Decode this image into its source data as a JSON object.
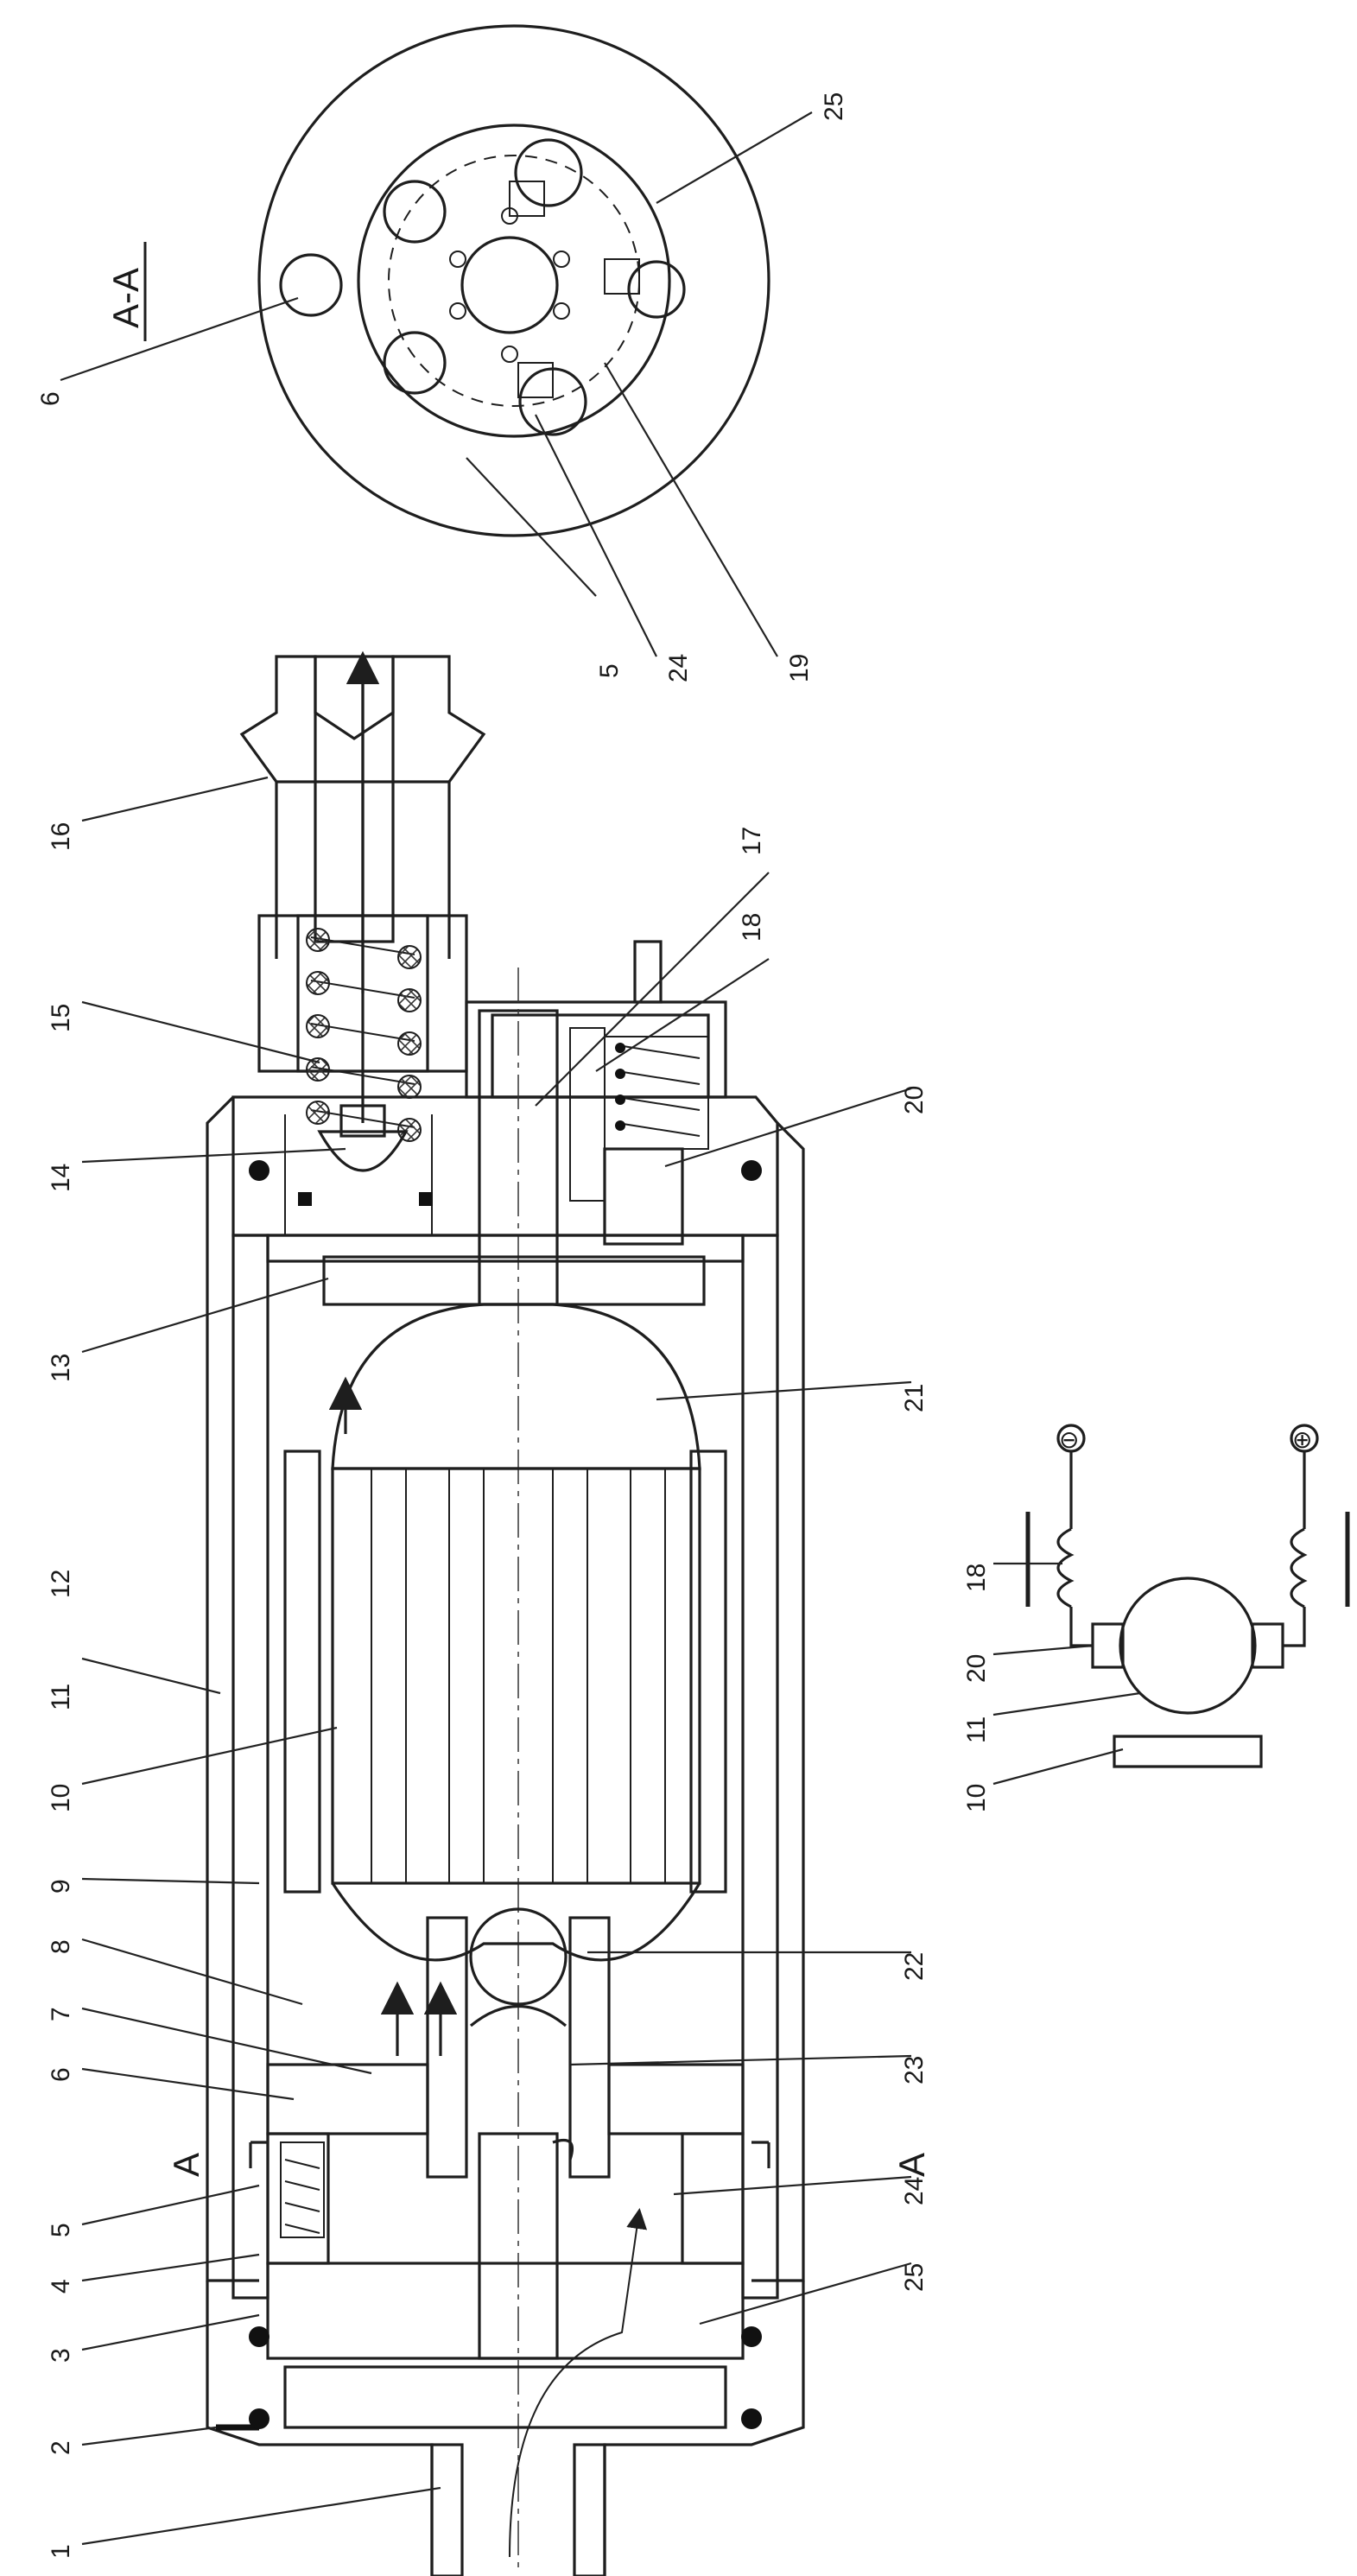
{
  "section_title": "A-A",
  "section_marks": {
    "left": "A",
    "right": "A"
  },
  "polarity": {
    "negative": "⊖",
    "positive": "⊕"
  },
  "labels": {
    "main": [
      "1",
      "2",
      "3",
      "4",
      "5",
      "6",
      "7",
      "8",
      "9",
      "10",
      "11",
      "12",
      "13",
      "14",
      "15",
      "16",
      "17",
      "18",
      "20",
      "21",
      "22",
      "23",
      "24",
      "25"
    ],
    "section": [
      "6",
      "5",
      "24",
      "19",
      "25"
    ],
    "circuit": [
      "18",
      "20",
      "11",
      "10"
    ]
  },
  "colors": {
    "ink": "#1e1e1e",
    "paper": "#ffffff"
  }
}
